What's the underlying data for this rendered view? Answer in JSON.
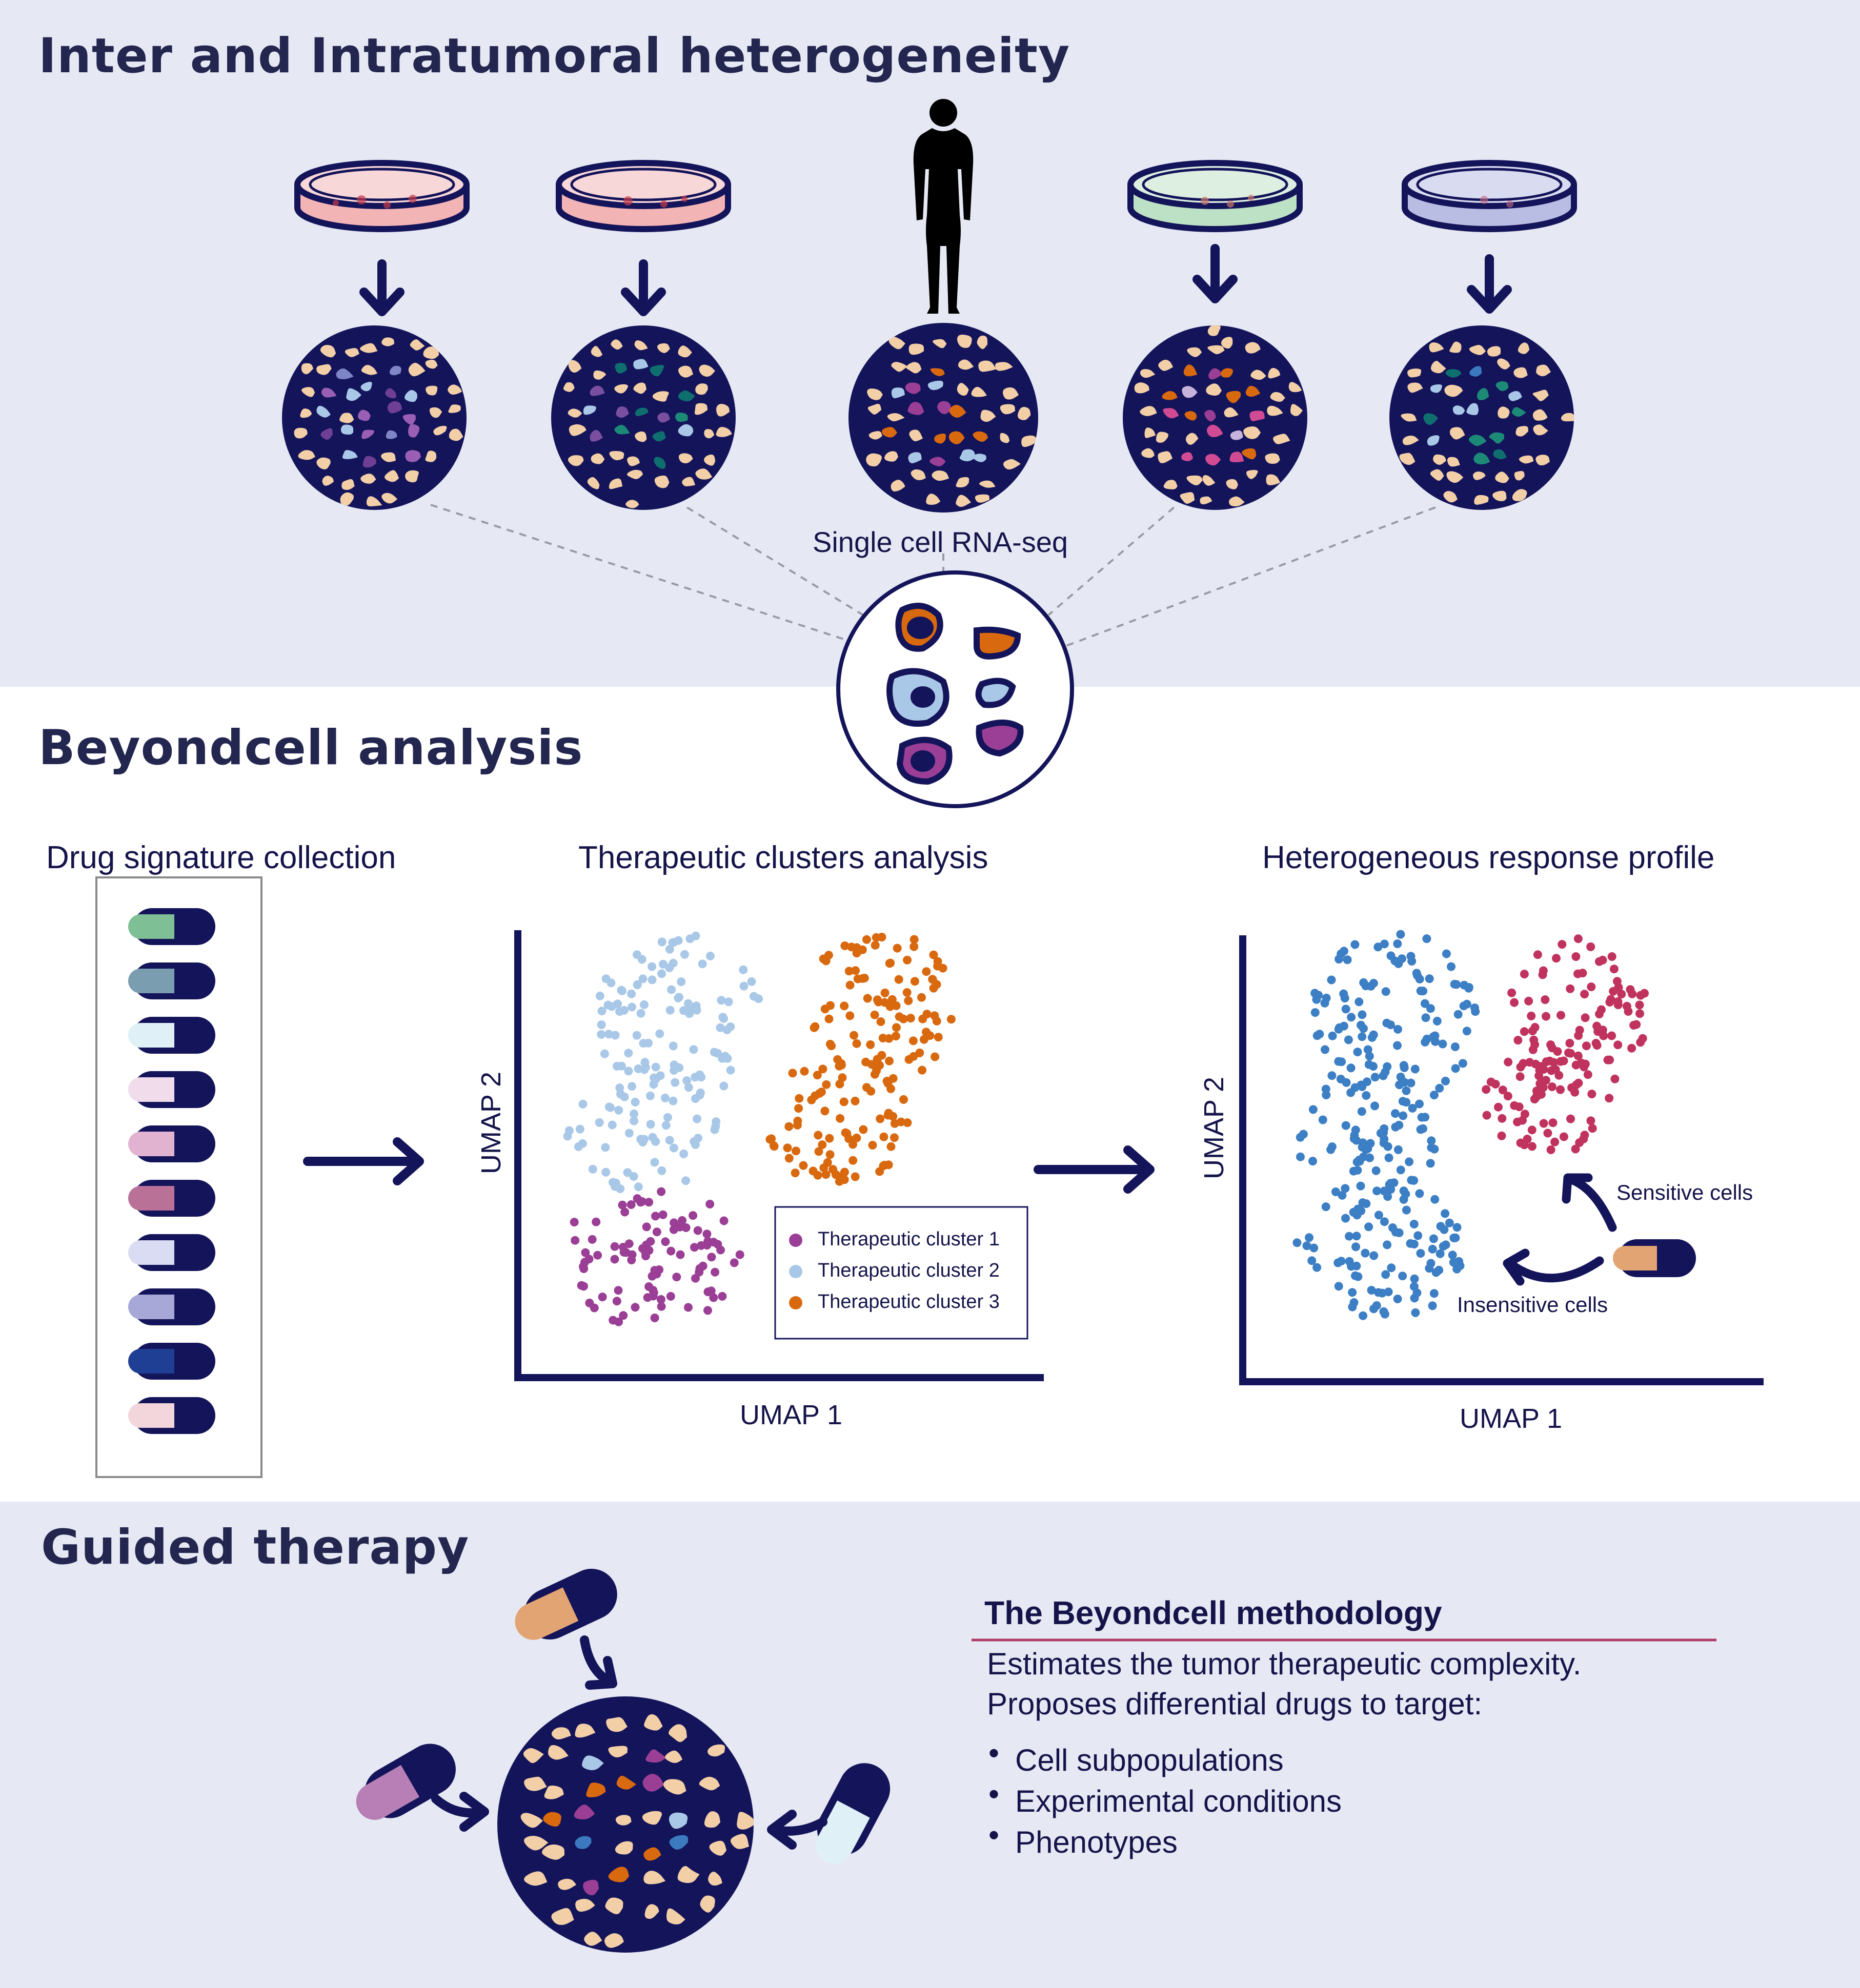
{
  "sections": {
    "intertumoral": {
      "title": "Inter and Intratumoral heterogeneity",
      "scrnaseq_label": "Single cell RNA-seq"
    },
    "beyondcell": {
      "title": "Beyondcell analysis",
      "drug_collection_label": "Drug signature collection",
      "clusters_label": "Therapeutic clusters analysis",
      "response_label": "Heterogeneous response profile"
    },
    "guided": {
      "title": "Guided therapy"
    }
  },
  "umap_left": {
    "xlabel": "UMAP 1",
    "ylabel": "UMAP 2",
    "legend": [
      "Therapeutic cluster 1",
      "Therapeutic cluster 2",
      "Therapeutic cluster 3"
    ]
  },
  "umap_right": {
    "xlabel": "UMAP 1",
    "ylabel": "UMAP 2",
    "sensitive_label": "Sensitive cells",
    "insensitive_label": "Insensitive cells"
  },
  "methodology": {
    "title": "The Beyondcell methodology",
    "lines": [
      "Estimates the tumor therapeutic complexity.",
      "Proposes differential drugs to target:"
    ],
    "bullets": [
      "Cell subpopulations",
      "Experimental conditions",
      "Phenotypes"
    ]
  },
  "colors": {
    "navy": "#14145a",
    "band": "#e6e9f3",
    "cluster1": "#9a3f95",
    "cluster2": "#a9c8e8",
    "cluster3": "#d9690f",
    "sensitive": "#c0335e",
    "insensitive": "#3d7fc4",
    "tan": "#f3cfa8"
  },
  "drug_pills": [
    "#7fbf96",
    "#7a9db0",
    "#dff1f7",
    "#f1dcec",
    "#e2b3d0",
    "#b97197",
    "#d9dcf2",
    "#a7a8d7",
    "#1e3f93",
    "#f3d6dc"
  ]
}
